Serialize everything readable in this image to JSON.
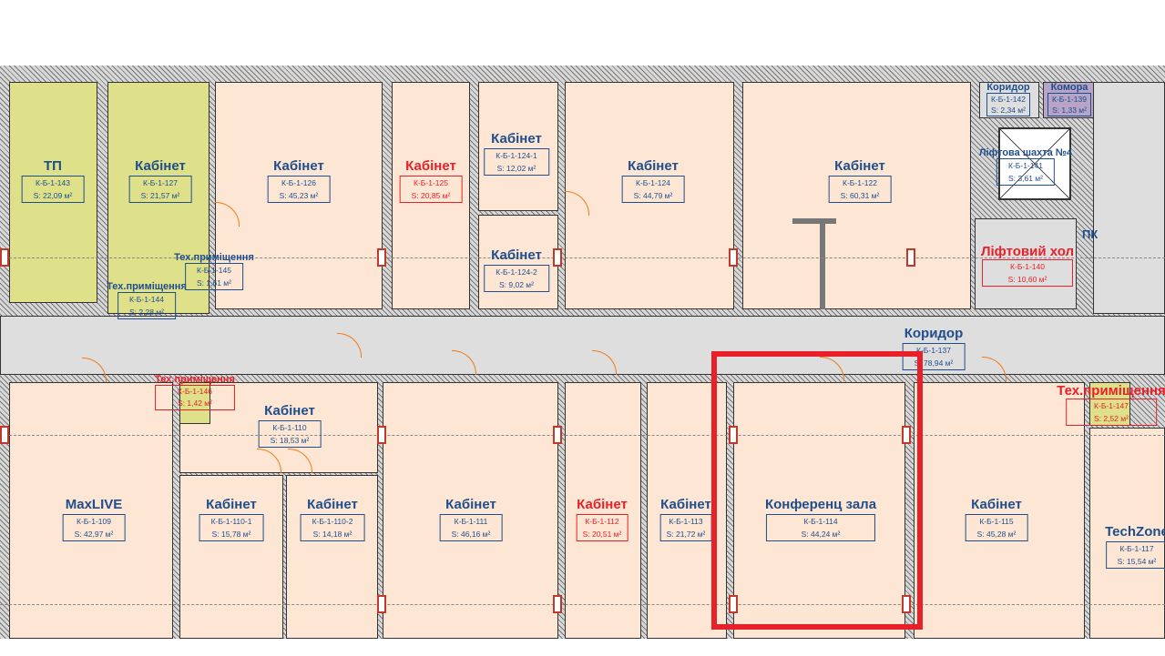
{
  "rooms": {
    "r143": {
      "name": "ТП",
      "code": "К-Б-1-143",
      "area": "S: 22,09 м²"
    },
    "r127": {
      "name": "Кабінет",
      "code": "К-Б-1-127",
      "area": "S: 21,57 м²"
    },
    "r145": {
      "name": "Тех.приміщення",
      "code": "К-Б-1-145",
      "area": "S: 1,61 м²"
    },
    "r144": {
      "name": "Тех.приміщення",
      "code": "К-Б-1-144",
      "area": "S: 2,28 м²"
    },
    "r126": {
      "name": "Кабінет",
      "code": "К-Б-1-126",
      "area": "S: 45,23 м²"
    },
    "r125": {
      "name": "Кабінет",
      "code": "К-Б-1-125",
      "area": "S: 20,85 м²"
    },
    "r124_1": {
      "name": "Кабінет",
      "code": "К-Б-1-124-1",
      "area": "S: 12,02 м²"
    },
    "r124_2": {
      "name": "Кабінет",
      "code": "К-Б-1-124-2",
      "area": "S: 9,02 м²"
    },
    "r124": {
      "name": "Кабінет",
      "code": "К-Б-1-124",
      "area": "S: 44,79 м²"
    },
    "r122": {
      "name": "Кабінет",
      "code": "К-Б-1-122",
      "area": "S: 60,31 м²"
    },
    "r142": {
      "name": "Коридор",
      "code": "К-Б-1-142",
      "area": "S: 2,34 м²"
    },
    "r139": {
      "name": "Комора",
      "code": "К-Б-1-139",
      "area": "S: 1,33 м²"
    },
    "r141": {
      "name": "Ліфтова шахта №4",
      "code": "К-Б-1-141",
      "area": "S: 3,61 м²"
    },
    "r140": {
      "name": "Ліфтовий хол",
      "code": "К-Б-1-140",
      "area": "S: 10,60 м²"
    },
    "r137": {
      "name": "Коридор",
      "code": "К-Б-1-137",
      "area": "S: 78,94 м²"
    },
    "r146": {
      "name": "Тех.приміщення",
      "code": "К-Б-1-146",
      "area": "S: 1,42 м²"
    },
    "r110": {
      "name": "Кабінет",
      "code": "К-Б-1-110",
      "area": "S: 18,53 м²"
    },
    "r109": {
      "name": "MaxLIVE",
      "code": "К-Б-1-109",
      "area": "S: 42,97 м²"
    },
    "r110_1": {
      "name": "Кабінет",
      "code": "К-Б-1-110-1",
      "area": "S: 15,78 м²"
    },
    "r110_2": {
      "name": "Кабінет",
      "code": "К-Б-1-110-2",
      "area": "S: 14,18 м²"
    },
    "r111": {
      "name": "Кабінет",
      "code": "К-Б-1-111",
      "area": "S: 46,16 м²"
    },
    "r112": {
      "name": "Кабінет",
      "code": "К-Б-1-112",
      "area": "S: 20,51 м²"
    },
    "r113": {
      "name": "Кабінет",
      "code": "К-Б-1-113",
      "area": "S: 21,72 м²"
    },
    "r114": {
      "name": "Конференц зала",
      "code": "К-Б-1-114",
      "area": "S: 44,24 м²"
    },
    "r115": {
      "name": "Кабінет",
      "code": "К-Б-1-115",
      "area": "S: 45,28 м²"
    },
    "r147": {
      "name": "Тех.приміщення",
      "code": "К-Б-1-147",
      "area": "S: 2,52 м²"
    },
    "r117": {
      "name": "TechZone",
      "code": "К-Б-1-117",
      "area": "S: 15,54 м²"
    }
  },
  "pk_label": "ПК",
  "highlight": {
    "room": "К-Б-1-114",
    "color": "#e8202a"
  },
  "colors": {
    "office": "#fde6d3",
    "technical": "#dfe08a",
    "corridor": "#dedede",
    "storage": "#b8a4c6",
    "label_blue": "#1f4e8c",
    "label_red": "#e8202a"
  }
}
